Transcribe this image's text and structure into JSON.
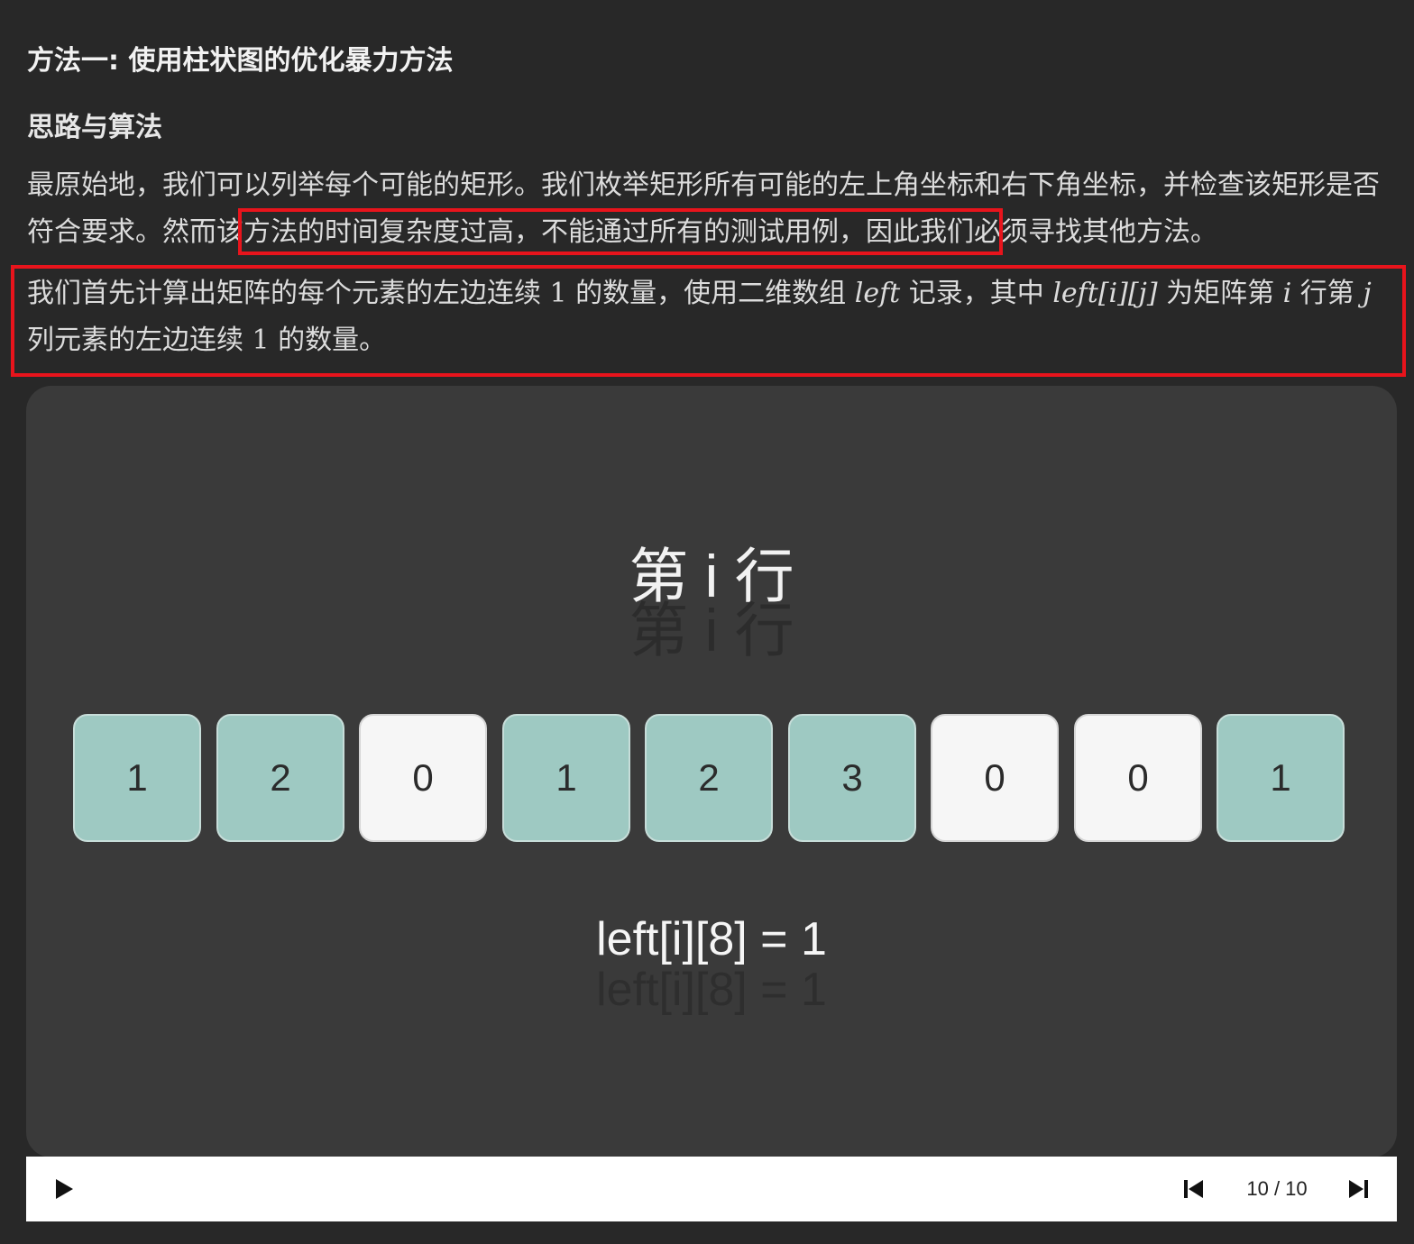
{
  "heading": "方法一: 使用柱状图的优化暴力方法",
  "subheading": "思路与算法",
  "para1": {
    "before": "最原始地，我们可以列举每个可能的矩形。我们枚举矩形所有可能的左上角坐标和右下角坐标，并检查该矩形是否符合要求。",
    "highlight": "然而该方法的时间复杂度过高，不能通过所有的测试用例，",
    "after": "因此我们必须寻找其他方法。"
  },
  "para2": {
    "t1": "我们首先计算出矩阵的每个元素的左边连续 ",
    "n1": "1",
    "t2": " 的数量，使用二维数组 ",
    "m1": "left",
    "t3": " 记录，其中 ",
    "m2": "left[i][j]",
    "t4": " 为矩阵第 ",
    "m3": "i",
    "t5": " 行第 ",
    "m4": "j",
    "t6": " 列元素的左边连续 ",
    "n2": "1",
    "t7": " 的数量。"
  },
  "animation": {
    "row_title": "第 i 行",
    "cells": [
      {
        "value": "1",
        "state": "on"
      },
      {
        "value": "2",
        "state": "on"
      },
      {
        "value": "0",
        "state": "off"
      },
      {
        "value": "1",
        "state": "on"
      },
      {
        "value": "2",
        "state": "on"
      },
      {
        "value": "3",
        "state": "on"
      },
      {
        "value": "0",
        "state": "off"
      },
      {
        "value": "0",
        "state": "off"
      },
      {
        "value": "1",
        "state": "on"
      }
    ],
    "formula": "left[i][8] = 1"
  },
  "player": {
    "counter": "10 / 10",
    "icons": {
      "play": "play-icon",
      "prev": "skip-previous-icon",
      "next": "skip-next-icon"
    }
  },
  "colors": {
    "highlight_border": "#e8141c",
    "cell_on": "#9ec9c2",
    "cell_off": "#f6f6f6"
  }
}
